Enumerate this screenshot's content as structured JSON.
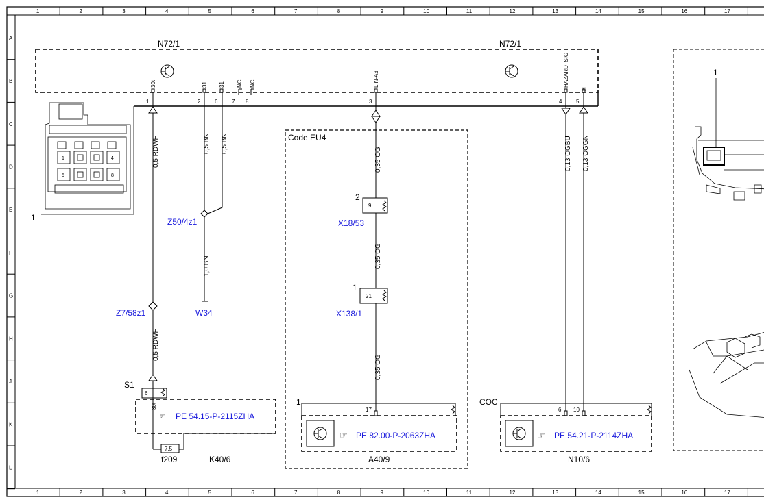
{
  "grid": {
    "columns": [
      "1",
      "2",
      "3",
      "4",
      "5",
      "6",
      "7",
      "8",
      "9",
      "10",
      "11",
      "12",
      "13",
      "14",
      "15",
      "16",
      "17"
    ],
    "rows": [
      "A",
      "B",
      "C",
      "D",
      "E",
      "F",
      "G",
      "H",
      "J",
      "K",
      "L"
    ]
  },
  "module_top": {
    "label_left": "N72/1",
    "label_right": "N72/1",
    "pin_names": [
      "30t",
      "31",
      "31",
      "NC",
      "NC",
      "LIN-A3",
      "HAZARD_SIG",
      "H"
    ],
    "pin_numbers": [
      "1",
      "2",
      "6",
      "7",
      "8",
      "3",
      "4",
      "5"
    ]
  },
  "connector_photo": {
    "label": "1",
    "cells": [
      "1",
      "4",
      "5",
      "8"
    ]
  },
  "wires": {
    "w1": "0,5 RDWH",
    "w2": "0,5 BN",
    "w3": "0,5 BN",
    "w4": "1,0 BN",
    "w5": "0,5 RDWH",
    "w6": "0,35 OG",
    "w7": "0,35 OG",
    "w8": "0,35 OG",
    "w9": "0,13 OGBU",
    "w10": "0,13 OGGN"
  },
  "components": {
    "z50": "Z50/4z1",
    "w34": "W34",
    "z7": "Z7/58z1",
    "x18_label": "X18/53",
    "x18_pin": "9",
    "x18_num": "2",
    "x138_label": "X138/1",
    "x138_pin": "21",
    "x138_num": "1",
    "code_eu4": "Code EU4"
  },
  "bottom": {
    "k40_s1": "S1",
    "k40_pin_top": "6",
    "k40_pin_side": "30t",
    "k40_ref": "PE 54.15-P-2115ZHA",
    "f209_value": "7,5",
    "f209_label": "f209",
    "k40_label": "K40/6",
    "a40_num": "1",
    "a40_pin": "17",
    "a40_ref": "PE 82.00-P-2063ZHA",
    "a40_label": "A40/9",
    "n10_coc": "COC",
    "n10_pin6": "6",
    "n10_pin10": "10",
    "n10_ref": "PE 54.21-P-2114ZHA",
    "n10_label": "N10/6"
  },
  "right_photo": {
    "label": "1"
  },
  "colors": {
    "link": "#1a1adc",
    "line": "#000000"
  }
}
